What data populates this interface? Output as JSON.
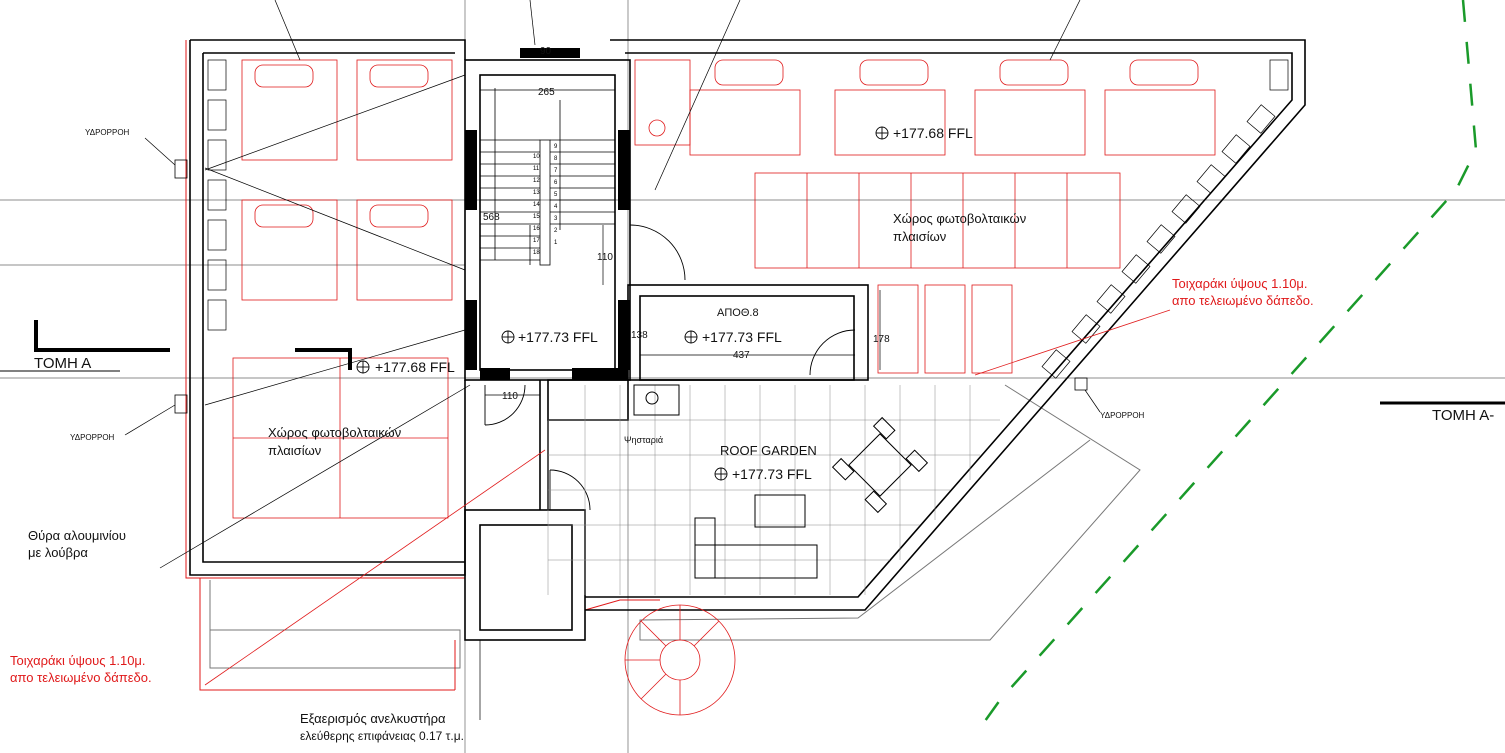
{
  "dimensions": {
    "d90": "90",
    "d265": "265",
    "d568": "568",
    "d110a": "110",
    "d110b": "110",
    "d138": "138",
    "d437": "437",
    "d178": "178"
  },
  "stair_steps": [
    "1",
    "2",
    "3",
    "4",
    "5",
    "6",
    "7",
    "8",
    "9",
    "10",
    "11",
    "12",
    "13",
    "14",
    "15",
    "16",
    "17",
    "18"
  ],
  "levels": {
    "stair": "+177.73 FFL",
    "storage": "+177.73 FFL",
    "roof_left": "+177.68 FFL",
    "roof_right": "+177.68 FFL",
    "garden": "+177.73 FFL"
  },
  "rooms": {
    "storage": "ΑΠΟΘ.8",
    "garden": "ROOF GARDEN",
    "pv_right_line1": "Χώρος φωτοβολταικών",
    "pv_right_line2": "πλαισίων",
    "pv_left_line1": "Χώρος φωτοβολταικών",
    "pv_left_line2": "πλαισίων",
    "bbq": "Ψησταριά"
  },
  "annotations": {
    "drain_top_left": "ΥΔΡΟΡΡΟΗ",
    "drain_mid_left": "ΥΔΡΟΡΡΟΗ",
    "drain_right": "ΥΔΡΟΡΡΟΗ",
    "door_line1": "Θύρα αλουμινίου",
    "door_line2": "με λούβρα",
    "parapet_left_line1": "Τοιχαράκι ύψους 1.10μ.",
    "parapet_left_line2": "απο τελειωμένο δάπεδο.",
    "parapet_right_line1": "Τοιχαράκι ύψους 1.10μ.",
    "parapet_right_line2": "απο τελειωμένο δάπεδο.",
    "vent_line1": "Εξαερισμός ανελκυστήρα",
    "vent_line2": "ελεύθερης επιφάνειας 0.17 τ.μ."
  },
  "section_marks": {
    "left": "ΤΟΜΗ Α",
    "right": "ΤΟΜΗ Α-"
  },
  "colors": {
    "wall": "#000000",
    "equipment": "#e0191a",
    "property_line": "#1a9a2a",
    "annotation": "#e0191a"
  }
}
